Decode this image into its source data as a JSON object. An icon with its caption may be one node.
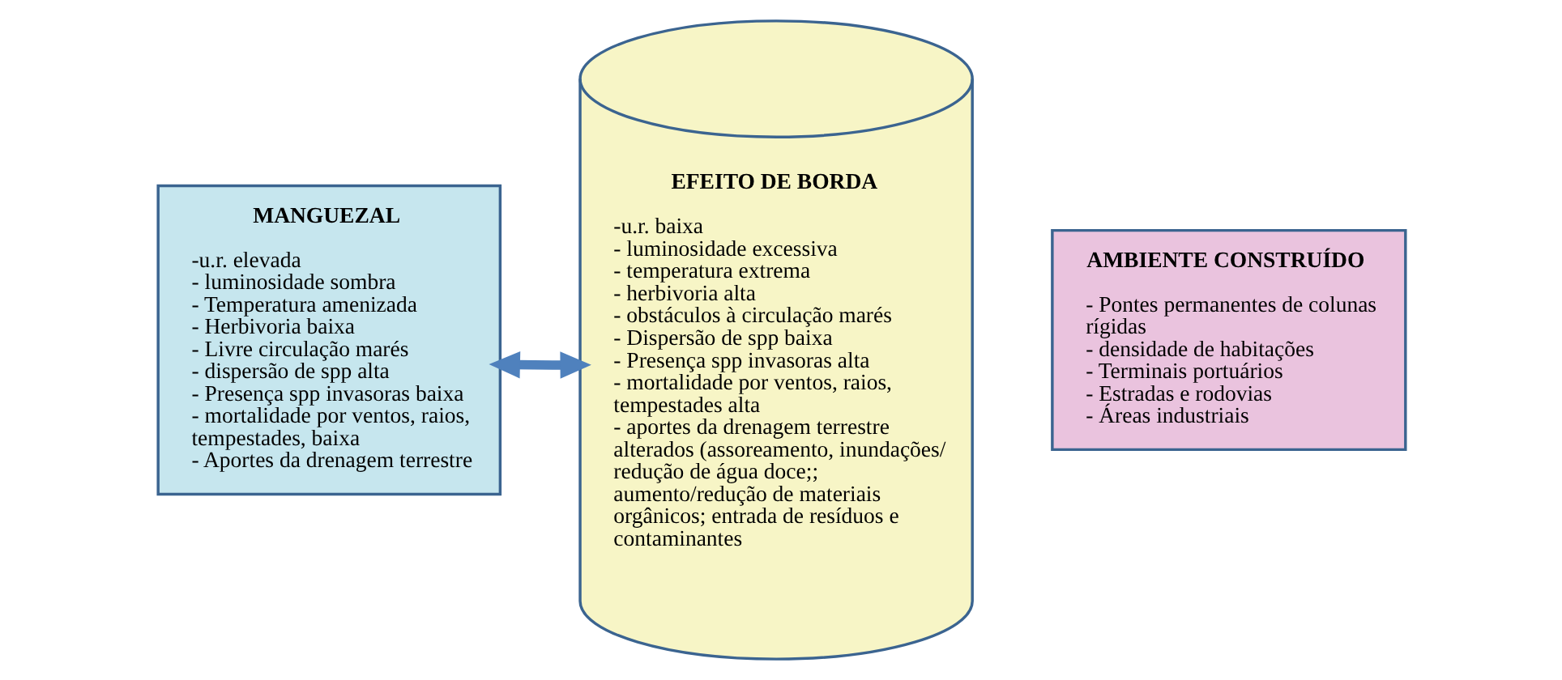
{
  "diagram": {
    "nodes": [
      {
        "text": [
          "MANGUEZAL",
          "-u.r. elevada",
          "- luminosidade sombra",
          "- Temperatura amenizada",
          "- Herbivoria baixa",
          "- Livre circulação marés",
          "- dispersão de spp alta",
          "- Presença spp invasoras baixa",
          "- mortalidade por ventos, raios, tempestades, baixa",
          "- Aportes da drenagem terrestre"
        ]
      },
      {
        "text": [
          "EFEITO DE BORDA",
          "-u.r. baixa",
          "- luminosidade excessiva",
          "- temperatura extrema",
          "- herbivoria alta",
          "- obstáculos à circulação marés",
          "- Dispersão de spp baixa",
          "- Presença spp invasoras alta",
          "- mortalidade por ventos, raios, tempestades alta",
          "- aportes da drenagem terrestre alterados (assoreamento, inundações/ redução de água doce;; aumento/redução de materiais orgânicos; entrada de resíduos e contaminantes"
        ]
      },
      {
        "text": [
          "AMBIENTE CONSTRUÍDO",
          "- Pontes permanentes de colunas rígidas",
          "- densidade de habitações",
          "- Terminais portuários",
          "- Estradas e rodovias",
          "- Áreas industriais"
        ]
      }
    ],
    "edges": [
      {
        "from": 0,
        "to": 1,
        "arrow": "both"
      }
    ]
  }
}
